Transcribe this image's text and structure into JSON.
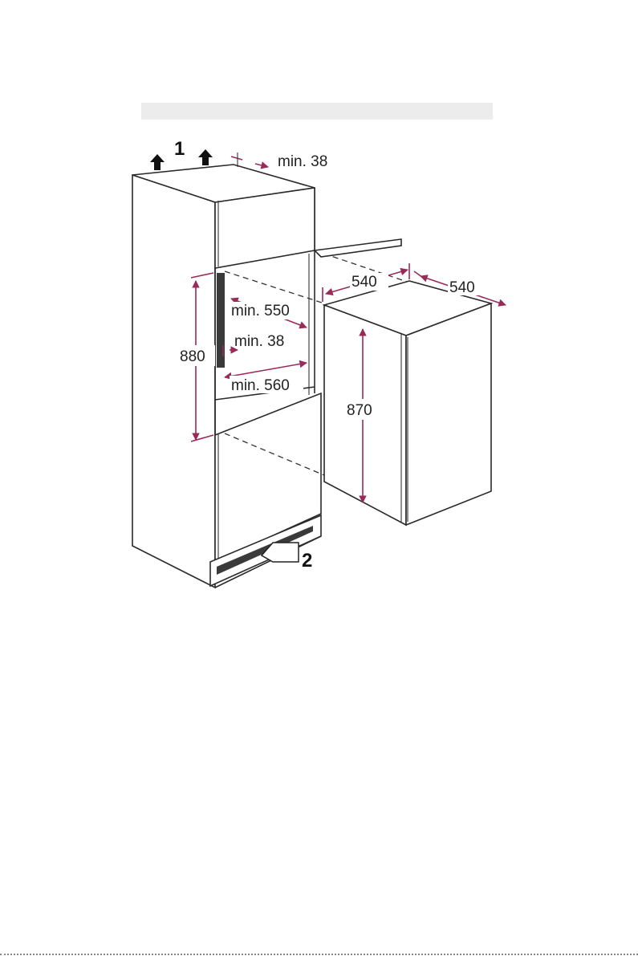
{
  "labels": {
    "step_1": "1",
    "step_2": "2",
    "top_gap": "min. 38",
    "depth_inner": "min. 550",
    "side_gap": "min. 38",
    "width_inner": "min. 560",
    "niche_height": "880",
    "appliance_height": "870",
    "appliance_depth": "540",
    "appliance_width": "540"
  },
  "colors": {
    "dimension_line": "#9a2a5a",
    "outline": "#2a2a2a",
    "header_bar": "#ececec"
  }
}
